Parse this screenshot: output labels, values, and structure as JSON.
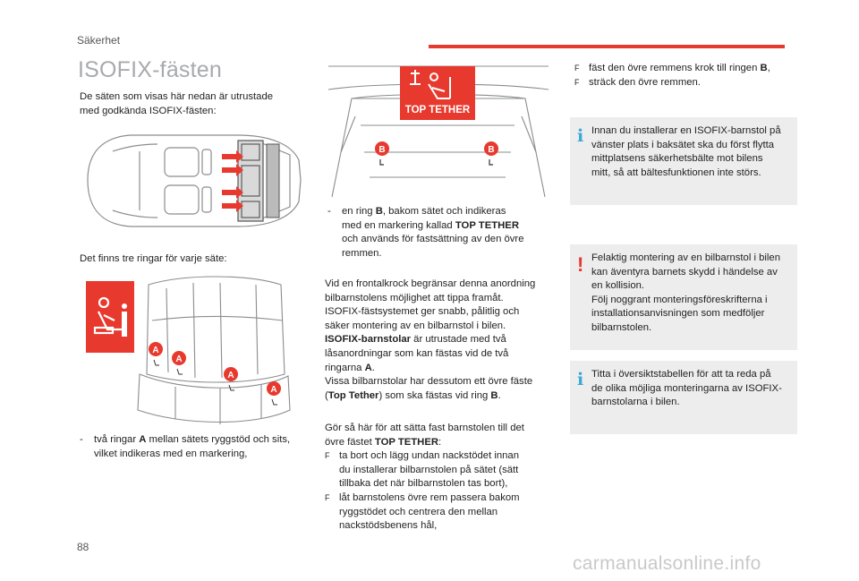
{
  "header": {
    "section": "Säkerhet",
    "accent_color": "#e8392e"
  },
  "title": "ISOFIX-fästen",
  "col1": {
    "intro_l1": "De säten som visas här nedan är utrustade",
    "intro_l2": "med godkända ISOFIX-fästen:",
    "three_rings": "Det finns tre ringar för varje säte:",
    "item_a": {
      "dash": "-",
      "l1_pre": "två ringar ",
      "l1_bold": "A",
      "l1_post": " mellan sätets ryggstöd och sits,",
      "l2": "vilket indikeras med en markering,"
    },
    "seat_labels": [
      "A",
      "A",
      "A",
      "A"
    ]
  },
  "col2": {
    "trunk_badge": "TOP TETHER",
    "trunk_labels": [
      "B",
      "B"
    ],
    "item_b": {
      "dash": "-",
      "l1_pre": "en ring ",
      "l1_bold": "B",
      "l1_post": ", bakom sätet och indikeras",
      "l2_pre": "med en markering kallad ",
      "l2_bold": "TOP TETHER",
      "l3": "och används för fastsättning av den övre",
      "l4": "remmen."
    },
    "p1": {
      "l1": "Vid en frontalkrock begränsar denna anordning",
      "l2": "bilbarnstolens möjlighet att tippa framåt.",
      "l3": "ISOFIX-fästsystemet ger snabb, pålitlig och",
      "l4": "säker montering av en bilbarnstol i bilen.",
      "l5_bold": "ISOFIX-barnstolar",
      "l5_post": " är utrustade med två",
      "l6": "låsanordningar som kan fästas vid de två",
      "l7_pre": "ringarna ",
      "l7_bold": "A",
      "l7_post": ".",
      "l8": "Vissa bilbarnstolar har dessutom ett övre fäste",
      "l9_pre": "(",
      "l9_bold": "Top Tether",
      "l9_mid": ") som ska fästas vid ring ",
      "l9_bold2": "B",
      "l9_post": "."
    },
    "p2": {
      "l1": "Gör så här för att sätta fast barnstolen till det",
      "l2_pre": "övre fästet ",
      "l2_bold": "TOP TETHER",
      "l2_post": ":",
      "c1_l1": "ta bort och lägg undan nackstödet innan",
      "c1_l2": "du installerar bilbarnstolen på sätet (sätt",
      "c1_l3": "tillbaka det när bilbarnstolen tas bort),",
      "c2_l1": "låt barnstolens övre rem passera bakom",
      "c2_l2": "ryggstödet och centrera den mellan",
      "c2_l3": "nackstödsbenens hål,",
      "check": "F"
    }
  },
  "col3": {
    "check": "F",
    "c1_pre": "fäst den övre remmens krok till ringen ",
    "c1_bold": "B",
    "c1_post": ",",
    "c2": "sträck den övre remmen.",
    "note1": {
      "icon": "i",
      "l1": "Innan du installerar en ISOFIX-barnstol på",
      "l2": "vänster plats i baksätet ska du först flytta",
      "l3": "mittplatsens säkerhetsbälte mot bilens",
      "l4": "mitt, så att bältesfunktionen inte störs."
    },
    "note2": {
      "icon": "!",
      "l1": "Felaktig montering av en bilbarnstol i bilen",
      "l2": "kan äventyra barnets skydd i händelse av",
      "l3": "en kollision.",
      "l4": "Följ noggrant monteringsföreskrifterna i",
      "l5": "installationsanvisningen som medföljer",
      "l6": "bilbarnstolen."
    },
    "note3": {
      "icon": "i",
      "l1": "Titta i översiktstabellen för att ta reda på",
      "l2": "de olika möjliga monteringarna av ISOFIX-",
      "l3": "barnstolarna i bilen."
    }
  },
  "footer": {
    "page": "88",
    "watermark": "carmanualsonline.info"
  }
}
